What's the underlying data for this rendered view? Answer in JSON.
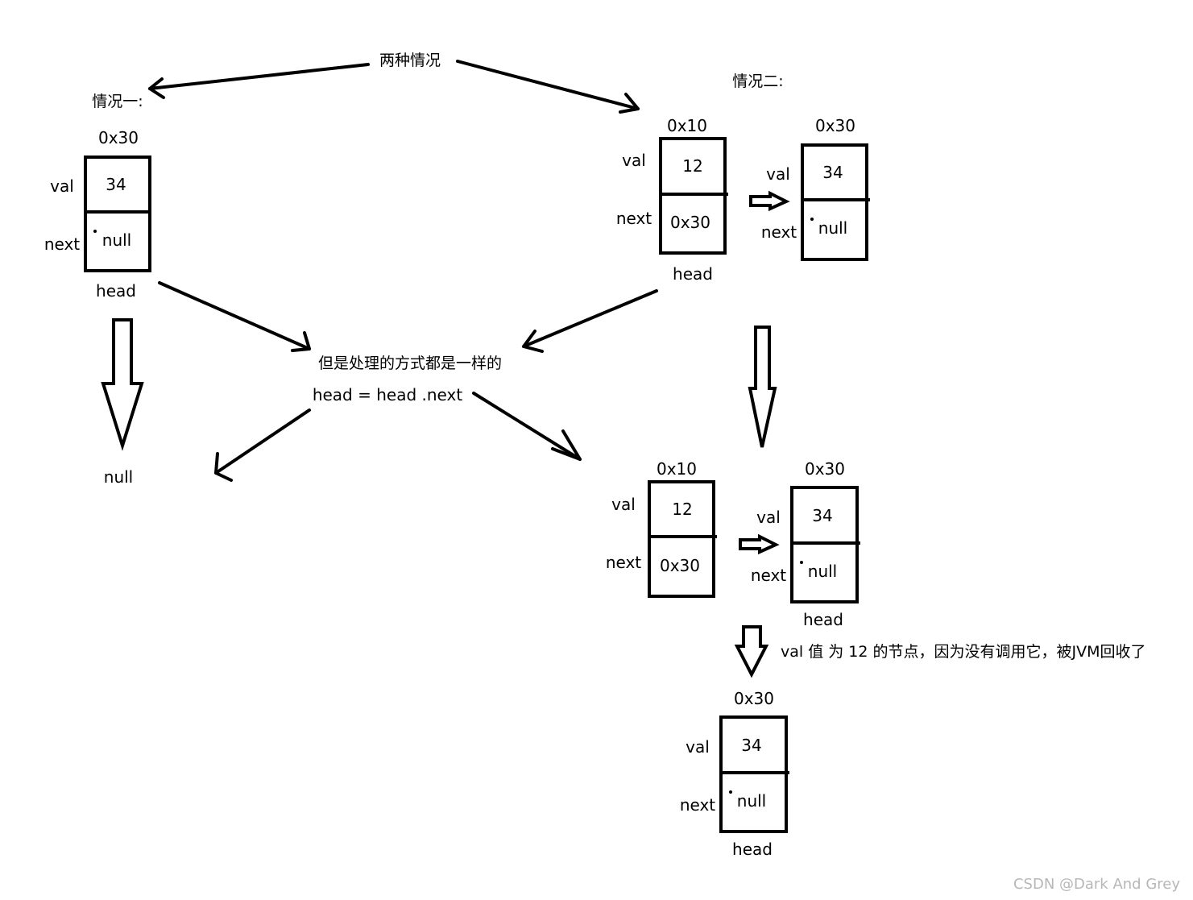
{
  "title": "两种情况",
  "case1": {
    "label": "情况一:",
    "node": {
      "address": "0x30",
      "val_label": "val",
      "next_label": "next",
      "val": "34",
      "next": "null",
      "head_label": "head"
    },
    "result": "null"
  },
  "case2": {
    "label": "情况二:",
    "node_a": {
      "address": "0x10",
      "val_label": "val",
      "next_label": "next",
      "val": "12",
      "next": "0x30",
      "head_label": "head"
    },
    "node_b": {
      "address": "0x30",
      "val_label": "val",
      "next_label": "next",
      "val": "34",
      "next": "null"
    }
  },
  "middle": {
    "same_handling": "但是处理的方式都是一样的",
    "code": "head = head .next"
  },
  "after_step": {
    "node_a": {
      "address": "0x10",
      "val_label": "val",
      "next_label": "next",
      "val": "12",
      "next": "0x30"
    },
    "node_b": {
      "address": "0x30",
      "val_label": "val",
      "next_label": "next",
      "val": "34",
      "next": "null",
      "head_label": "head"
    }
  },
  "gc_note": "val 值 为 12 的节点，因为没有调用它，被JVM回收了",
  "final": {
    "node": {
      "address": "0x30",
      "val_label": "val",
      "next_label": "next",
      "val": "34",
      "next": "null",
      "head_label": "head"
    }
  },
  "watermark": "CSDN @Dark And Grey"
}
